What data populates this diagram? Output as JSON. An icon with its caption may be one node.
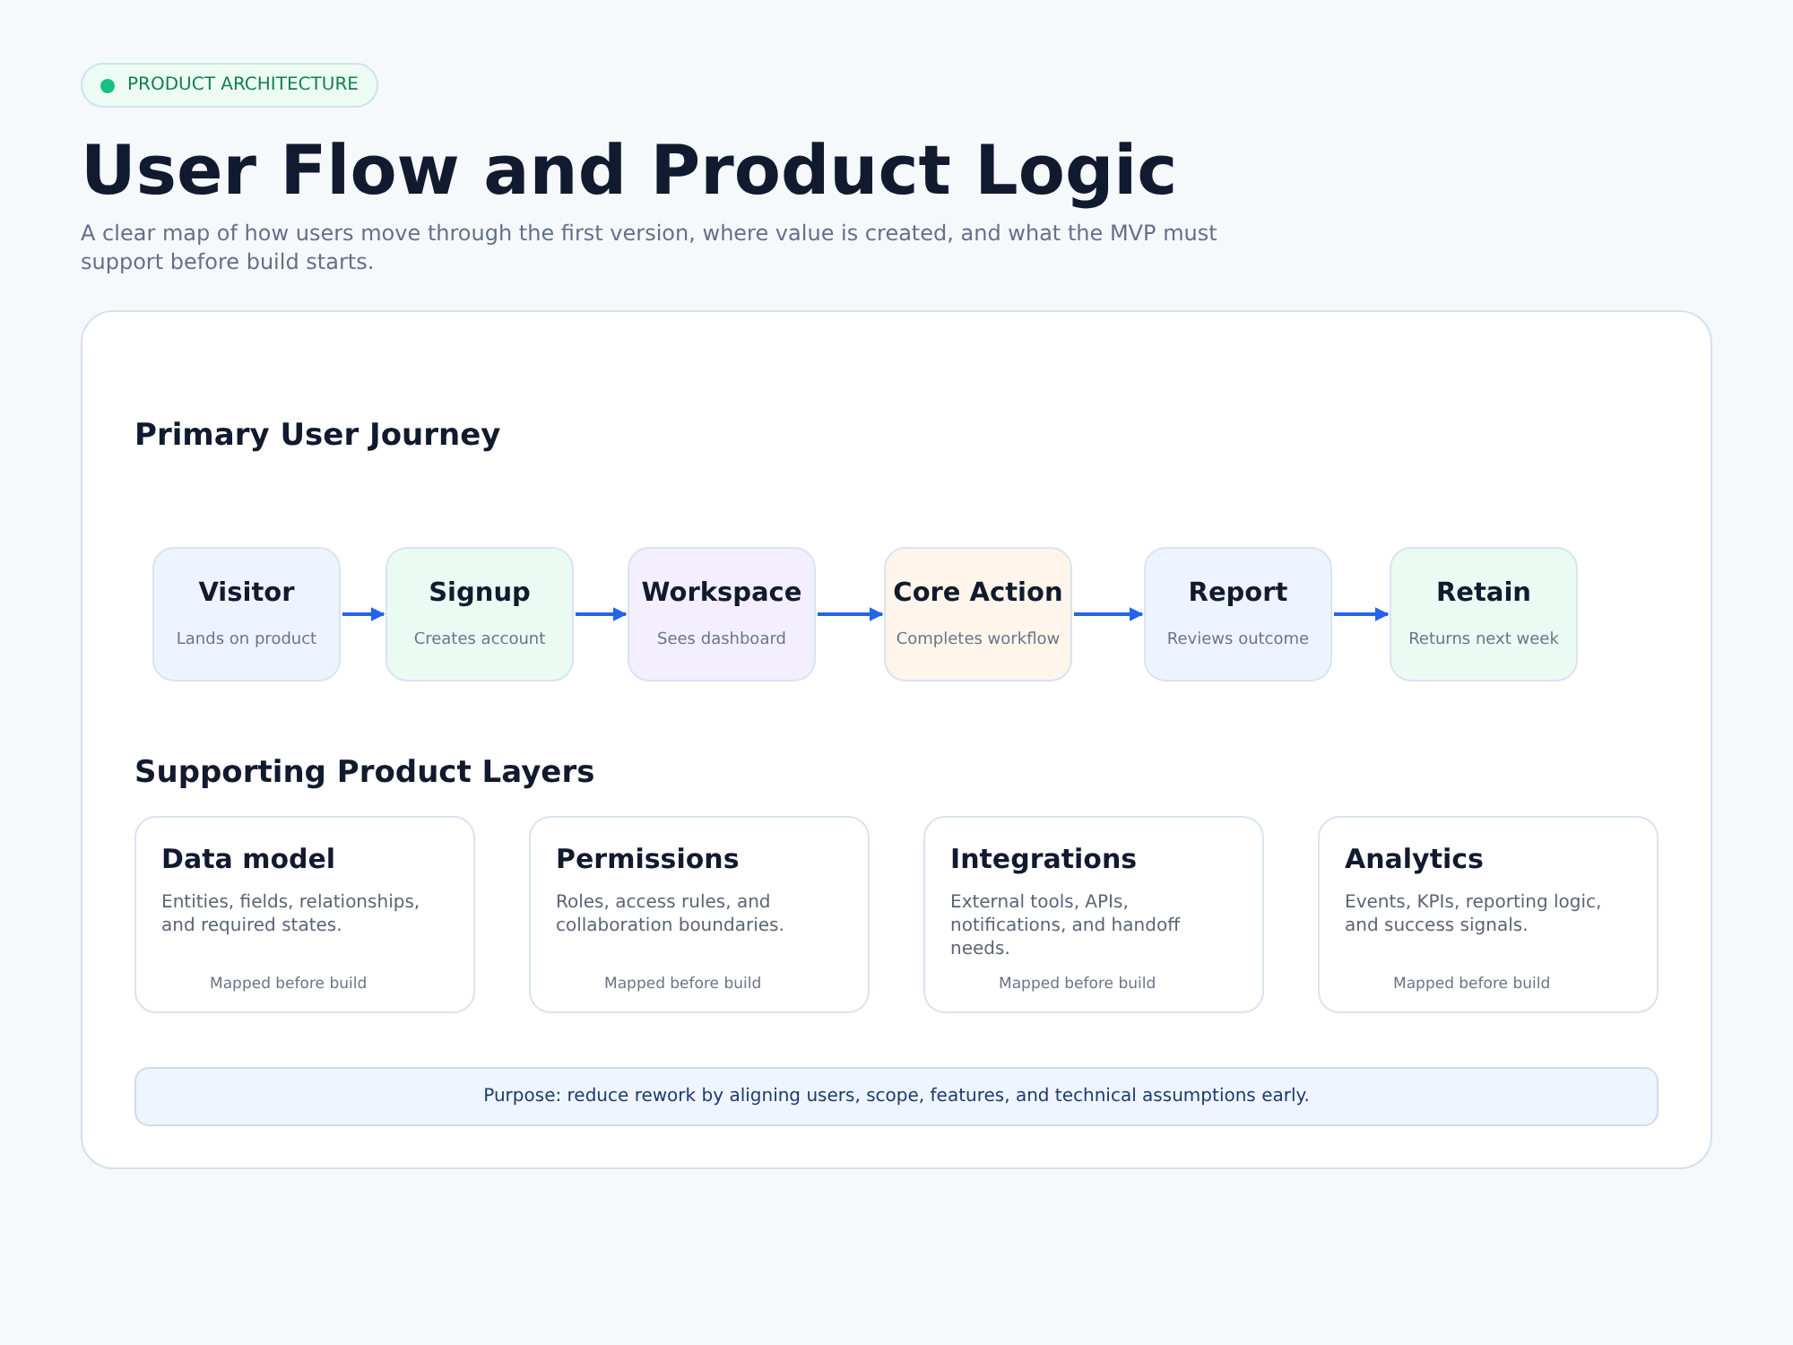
{
  "diagram": {
    "title": "User Flow and Product Logic",
    "nodes": [
      {
        "text": [
          "Visitor",
          "Lands on product"
        ]
      },
      {
        "text": [
          "Signup",
          "Creates account"
        ]
      },
      {
        "text": [
          "Workspace",
          "Sees dashboard"
        ]
      },
      {
        "text": [
          "Core Action",
          "Completes workflow"
        ]
      },
      {
        "text": [
          "Report",
          "Reviews outcome"
        ]
      },
      {
        "text": [
          "Retain",
          "Returns next week"
        ]
      },
      {
        "text": [
          "Data model",
          "Entities, fields, relationships, and required states.",
          "Mapped before build"
        ]
      },
      {
        "text": [
          "Permissions",
          "Roles, access rules, and collaboration boundaries.",
          "Mapped before build"
        ]
      },
      {
        "text": [
          "Integrations",
          "External tools, APIs, notifications, and handoff needs.",
          "Mapped before build"
        ]
      },
      {
        "text": [
          "Analytics",
          "Events, KPIs, reporting logic, and success signals.",
          "Mapped before build"
        ]
      },
      {
        "text": [
          "Purpose: reduce rework by aligning users, scope, features, and technical assumptions early."
        ]
      }
    ],
    "edges": [
      {
        "from": 0,
        "to": 1,
        "arrow": "to"
      },
      {
        "from": 1,
        "to": 2,
        "arrow": "to"
      },
      {
        "from": 2,
        "to": 3,
        "arrow": "to"
      },
      {
        "from": 3,
        "to": 4,
        "arrow": "to"
      },
      {
        "from": 4,
        "to": 5,
        "arrow": "to"
      }
    ],
    "labels": [
      "PRODUCT ARCHITECTURE",
      "A clear map of how users move through the first version, where value is created, and what the MVP must support before build starts.",
      "Primary User Journey",
      "Supporting Product Layers"
    ]
  }
}
